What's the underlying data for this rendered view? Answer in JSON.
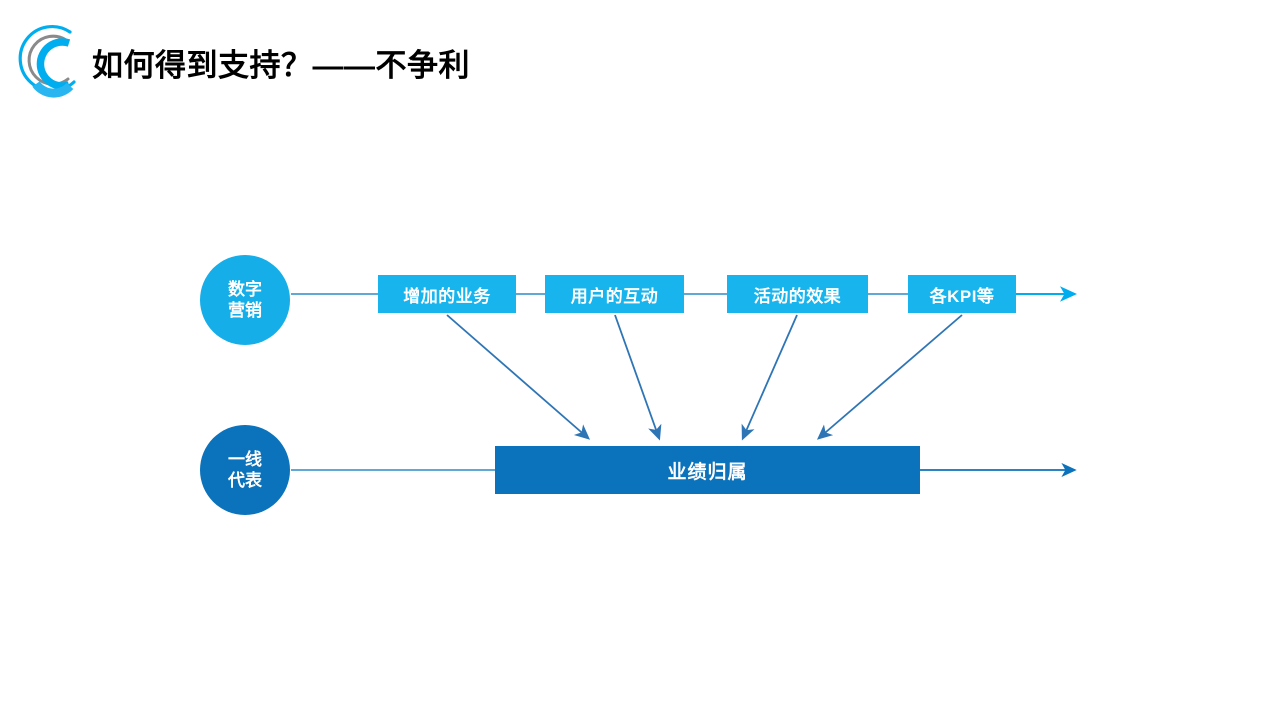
{
  "slide": {
    "title": "如何得到支持？——不争利",
    "logo_icon": "circular-arc-logo",
    "background_color": "#FFFFFF"
  },
  "theme": {
    "cyan": "#18B4ED",
    "circle_cyan": "#16AEE8",
    "dark_blue": "#0B72BC",
    "connector_blue": "#2E75B6",
    "title_color": "#000000",
    "logo_cyan": "#00AEEF",
    "logo_gray": "#808080"
  },
  "diagram": {
    "type": "flow",
    "rows": [
      {
        "id": "digital-marketing-row",
        "circle": {
          "label_lines": [
            "数字",
            "营销"
          ],
          "color": "#16AEE8"
        },
        "stages": [
          {
            "label": "增加的业务"
          },
          {
            "label": "用户的互动"
          },
          {
            "label": "活动的效果"
          },
          {
            "label": "各KPI等"
          }
        ],
        "arrow_color": "#00AEEF"
      },
      {
        "id": "frontline-rep-row",
        "circle": {
          "label_lines": [
            "一线",
            "代表"
          ],
          "color": "#0B72BC"
        },
        "bar": {
          "label": "业绩归属",
          "color": "#0B72BC"
        },
        "arrow_color": "#0B72BC"
      }
    ],
    "converging_arrows": {
      "count": 4,
      "from": [
        "增加的业务",
        "用户的互动",
        "活动的效果",
        "各KPI等"
      ],
      "to": "业绩归属",
      "color": "#2E75B6"
    }
  }
}
